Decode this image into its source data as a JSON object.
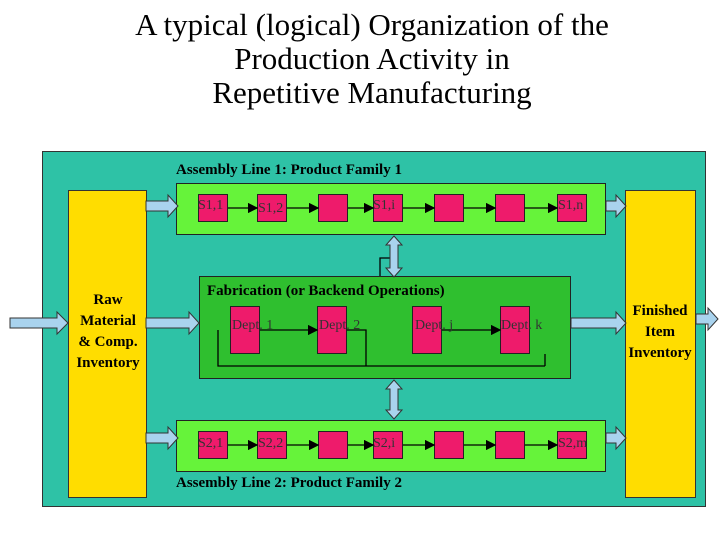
{
  "title": {
    "line1": "A typical (logical) Organization of the",
    "line2": "Production Activity in",
    "line3": "Repetitive Manufacturing"
  },
  "assembly_line_1": {
    "label": "Assembly Line 1: Product Family 1",
    "stations": [
      "S1,1",
      "S1,2",
      "S1,i",
      "S1,n"
    ]
  },
  "fabrication": {
    "label": "Fabrication (or  Backend Operations)",
    "departments": [
      "Dept. 1",
      "Dept. 2",
      "Dept. j",
      "Dept. k"
    ]
  },
  "assembly_line_2": {
    "label": "Assembly Line 2: Product Family 2",
    "stations": [
      "S2,1",
      "S2,2",
      "S2,i",
      "S2,m"
    ]
  },
  "raw_material": {
    "line1": "Raw",
    "line2": "Material",
    "line3": "& Comp.",
    "line4": "Inventory"
  },
  "finished": {
    "line1": "Finished",
    "line2": "Item",
    "line3": "Inventory"
  },
  "colors": {
    "frame": "#2ec2a6",
    "assembly_line": "#66f33a",
    "fabrication": "#2fbf2f",
    "inventory": "#ffdd00",
    "station": "#ee1b6b",
    "arrow": "#a9d3ee"
  }
}
